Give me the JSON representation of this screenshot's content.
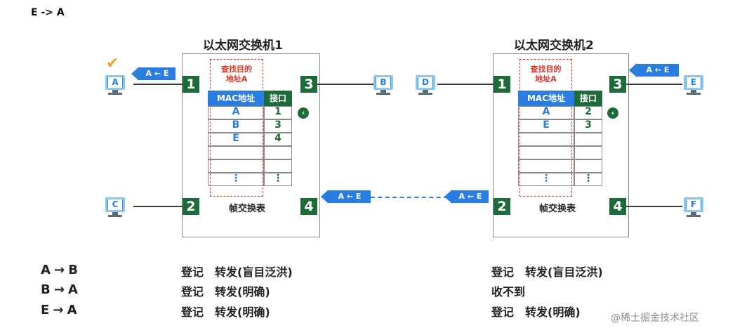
{
  "heading": "E -> A",
  "switch1": {
    "title": "以太网交换机1",
    "ports": [
      "1",
      "3",
      "2",
      "4"
    ],
    "lookup": "查找目的\n地址A",
    "mac_header": "MAC地址",
    "port_header": "接口",
    "rows": [
      {
        "mac": "A",
        "port": "1"
      },
      {
        "mac": "B",
        "port": "3"
      },
      {
        "mac": "E",
        "port": "4"
      }
    ],
    "ellipsis": "⋮",
    "table_caption": "帧交换表"
  },
  "switch2": {
    "title": "以太网交换机2",
    "ports": [
      "1",
      "3",
      "2",
      "4"
    ],
    "lookup": "查找目的\n地址A",
    "mac_header": "MAC地址",
    "port_header": "接口",
    "rows": [
      {
        "mac": "A",
        "port": "2"
      },
      {
        "mac": "E",
        "port": "3"
      }
    ],
    "ellipsis": "⋮",
    "table_caption": "帧交换表"
  },
  "hosts": {
    "A": "A",
    "B": "B",
    "C": "C",
    "D": "D",
    "E": "E",
    "F": "F"
  },
  "frame_label": "A ← E",
  "legend": [
    {
      "from": "A",
      "to": "B",
      "switch1": "登记　转发(盲目泛洪)",
      "switch2": "登记　转发(盲目泛洪)"
    },
    {
      "from": "B",
      "to": "A",
      "switch1": "登记　转发(明确)",
      "switch2": "收不到"
    },
    {
      "from": "E",
      "to": "A",
      "switch1": "登记　转发(明确)",
      "switch2": "登记　转发(明确)"
    }
  ],
  "arrow_symbol": "→",
  "watermark": "@稀土掘金技术社区",
  "icons": {
    "check": "checkmark-icon",
    "pointer": "chevron-left-circle-icon",
    "computer": "computer-icon"
  },
  "colors": {
    "port_green": "#1e6b3a",
    "mac_blue": "#2a7de1",
    "lookup_red": "#d9372b",
    "check_orange": "#f0a030"
  }
}
